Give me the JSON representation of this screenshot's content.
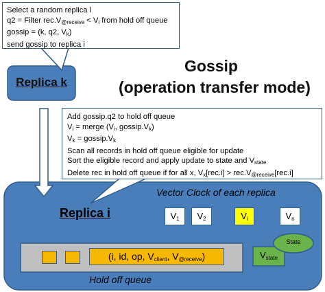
{
  "callout_top": {
    "line1": "Select a random replica l",
    "line2_pre": "q2 = Filter rec.V",
    "line2_sub1": "@receive",
    "line2_mid": " < V",
    "line2_sub2": "i",
    "line2_post": "  from hold off queue",
    "line3_pre": "gossip = (k, q2, V",
    "line3_sub": "k",
    "line3_post": ")",
    "line4": "send gossip to replica i"
  },
  "replica_k_label": "Replica k",
  "gossip_title": "Gossip",
  "gossip_subtitle": "(operation transfer mode)",
  "callout_mid": {
    "line1": "Add gossip.q2 to hold off queue",
    "line2_a": "V",
    "line2_a_sub": "i",
    "line2_b": " = merge (V",
    "line2_b_sub": "i",
    "line2_c": ", gossip.V",
    "line2_c_sub": "k",
    "line2_d": ")",
    "line3_a": "V",
    "line3_a_sub": "k",
    "line3_b": " = gossip.V",
    "line3_b_sub": "k",
    "line4": "Scan all records in hold off queue eligible for update",
    "line5_pre": "Sort the eligible record and apply update to state and V",
    "line5_sub": "state",
    "line6_a": "Delete rec in hold off queue if for all x, V",
    "line6_a_sub": "x",
    "line6_b": "[rec.i] > rec.V",
    "line6_b_sub": "@receive",
    "line6_c": "[rec.i]"
  },
  "vector_clock_label": "Vector Clock of each replica",
  "replica_i_label": "Replica i",
  "vector_clocks": [
    {
      "base": "V",
      "sub": "1"
    },
    {
      "base": "V",
      "sub": "2"
    },
    {
      "base": "V",
      "sub": "i"
    },
    {
      "base": "V",
      "sub": "n"
    }
  ],
  "queue_record": {
    "a": "(i, id, op, V",
    "a_sub": "client",
    "b": ", V",
    "b_sub": "@receive",
    "c": ")"
  },
  "state_label": "State",
  "vstate": {
    "base": "V",
    "sub": "state"
  },
  "hold_off_queue_label": "Hold off queue",
  "colors": {
    "replica_fill": "#4a7ebb",
    "replica_border": "#2f5d8a",
    "highlight_yellow": "#ffff00",
    "record_orange": "#f6b800",
    "queue_gray": "#bfbfbf",
    "state_green": "#6ab34a"
  }
}
